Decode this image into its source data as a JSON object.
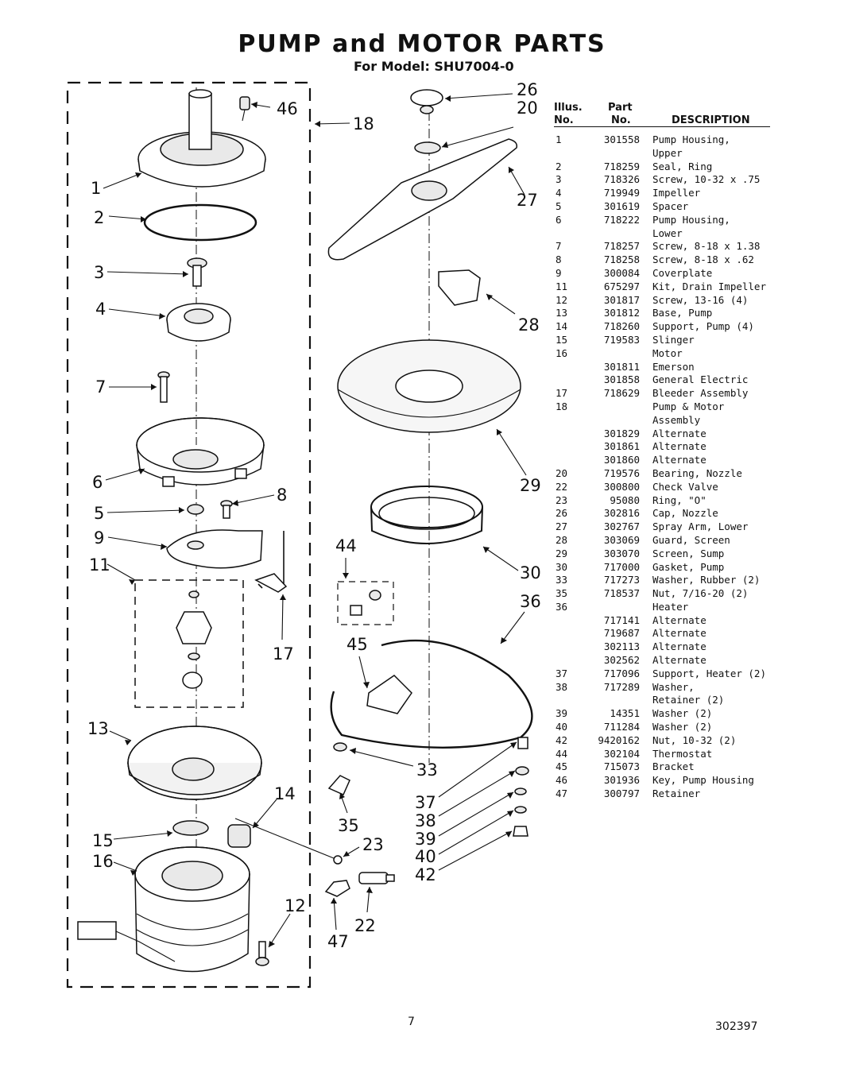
{
  "title": "PUMP and MOTOR PARTS",
  "subtitle": "For Model: SHU7004-0",
  "table": {
    "headers": {
      "illus": "Illus. No.",
      "part": "Part No.",
      "description": "DESCRIPTION"
    },
    "headers_lines": {
      "illus_1": "Illus.",
      "illus_2": "No.",
      "part_1": "Part",
      "part_2": "No."
    },
    "rows": [
      {
        "illus": "1",
        "part": "301558",
        "desc": "Pump Housing,"
      },
      {
        "illus": "",
        "part": "",
        "desc": "Upper"
      },
      {
        "illus": "2",
        "part": "718259",
        "desc": "Seal, Ring"
      },
      {
        "illus": "3",
        "part": "718326",
        "desc": "Screw, 10-32 x .75"
      },
      {
        "illus": "4",
        "part": "719949",
        "desc": "Impeller"
      },
      {
        "illus": "5",
        "part": "301619",
        "desc": "Spacer"
      },
      {
        "illus": "6",
        "part": "718222",
        "desc": "Pump Housing,"
      },
      {
        "illus": "",
        "part": "",
        "desc": "Lower"
      },
      {
        "illus": "7",
        "part": "718257",
        "desc": "Screw, 8-18 x 1.38"
      },
      {
        "illus": "8",
        "part": "718258",
        "desc": "Screw, 8-18 x .62"
      },
      {
        "illus": "9",
        "part": "300084",
        "desc": "Coverplate"
      },
      {
        "illus": "11",
        "part": "675297",
        "desc": "Kit, Drain Impeller"
      },
      {
        "illus": "12",
        "part": "301817",
        "desc": "Screw, 13-16 (4)"
      },
      {
        "illus": "13",
        "part": "301812",
        "desc": "Base, Pump"
      },
      {
        "illus": "14",
        "part": "718260",
        "desc": "Support, Pump (4)"
      },
      {
        "illus": "15",
        "part": "719583",
        "desc": "Slinger"
      },
      {
        "illus": "16",
        "part": "",
        "desc": "Motor"
      },
      {
        "illus": "",
        "part": "301811",
        "desc": "Emerson"
      },
      {
        "illus": "",
        "part": "301858",
        "desc": "General Electric"
      },
      {
        "illus": "17",
        "part": "718629",
        "desc": "Bleeder Assembly"
      },
      {
        "illus": "18",
        "part": "",
        "desc": "Pump & Motor"
      },
      {
        "illus": "",
        "part": "",
        "desc": "Assembly"
      },
      {
        "illus": "",
        "part": "301829",
        "desc": "Alternate"
      },
      {
        "illus": "",
        "part": "301861",
        "desc": "Alternate"
      },
      {
        "illus": "",
        "part": "301860",
        "desc": "Alternate"
      },
      {
        "illus": "20",
        "part": "719576",
        "desc": "Bearing, Nozzle"
      },
      {
        "illus": "22",
        "part": "300800",
        "desc": "Check Valve"
      },
      {
        "illus": "23",
        "part": "95080",
        "desc": "Ring, \"O\""
      },
      {
        "illus": "26",
        "part": "302816",
        "desc": "Cap, Nozzle"
      },
      {
        "illus": "27",
        "part": "302767",
        "desc": "Spray Arm, Lower"
      },
      {
        "illus": "28",
        "part": "303069",
        "desc": "Guard, Screen"
      },
      {
        "illus": "29",
        "part": "303070",
        "desc": "Screen, Sump"
      },
      {
        "illus": "30",
        "part": "717000",
        "desc": "Gasket, Pump"
      },
      {
        "illus": "33",
        "part": "717273",
        "desc": "Washer, Rubber (2)"
      },
      {
        "illus": "35",
        "part": "718537",
        "desc": "Nut, 7/16-20 (2)"
      },
      {
        "illus": "36",
        "part": "",
        "desc": "Heater"
      },
      {
        "illus": "",
        "part": "717141",
        "desc": "Alternate"
      },
      {
        "illus": "",
        "part": "719687",
        "desc": "Alternate"
      },
      {
        "illus": "",
        "part": "302113",
        "desc": "Alternate"
      },
      {
        "illus": "",
        "part": "302562",
        "desc": "Alternate"
      },
      {
        "illus": "37",
        "part": "717096",
        "desc": "Support, Heater (2)"
      },
      {
        "illus": "38",
        "part": "717289",
        "desc": "Washer,"
      },
      {
        "illus": "",
        "part": "",
        "desc": "Retainer (2)"
      },
      {
        "illus": "39",
        "part": "14351",
        "desc": "Washer (2)"
      },
      {
        "illus": "40",
        "part": "711284",
        "desc": "Washer (2)"
      },
      {
        "illus": "42",
        "part": "9420162",
        "desc": "Nut, 10-32 (2)"
      },
      {
        "illus": "44",
        "part": "302104",
        "desc": "Thermostat"
      },
      {
        "illus": "45",
        "part": "715073",
        "desc": "Bracket"
      },
      {
        "illus": "46",
        "part": "301936",
        "desc": "Key, Pump Housing"
      },
      {
        "illus": "47",
        "part": "300797",
        "desc": "Retainer"
      }
    ]
  },
  "callouts": {
    "c1": "1",
    "c2": "2",
    "c3": "3",
    "c4": "4",
    "c5": "5",
    "c6": "6",
    "c7": "7",
    "c8": "8",
    "c9": "9",
    "c11": "11",
    "c12": "12",
    "c13": "13",
    "c14": "14",
    "c15": "15",
    "c16": "16",
    "c17": "17",
    "c18": "18",
    "c20": "20",
    "c22": "22",
    "c23": "23",
    "c26": "26",
    "c27": "27",
    "c28": "28",
    "c29": "29",
    "c30": "30",
    "c33": "33",
    "c35": "35",
    "c36": "36",
    "c37": "37",
    "c38": "38",
    "c39": "39",
    "c40": "40",
    "c42": "42",
    "c44": "44",
    "c45": "45",
    "c46": "46",
    "c47": "47"
  },
  "footer": {
    "page_number": "7",
    "document_number": "302397"
  }
}
